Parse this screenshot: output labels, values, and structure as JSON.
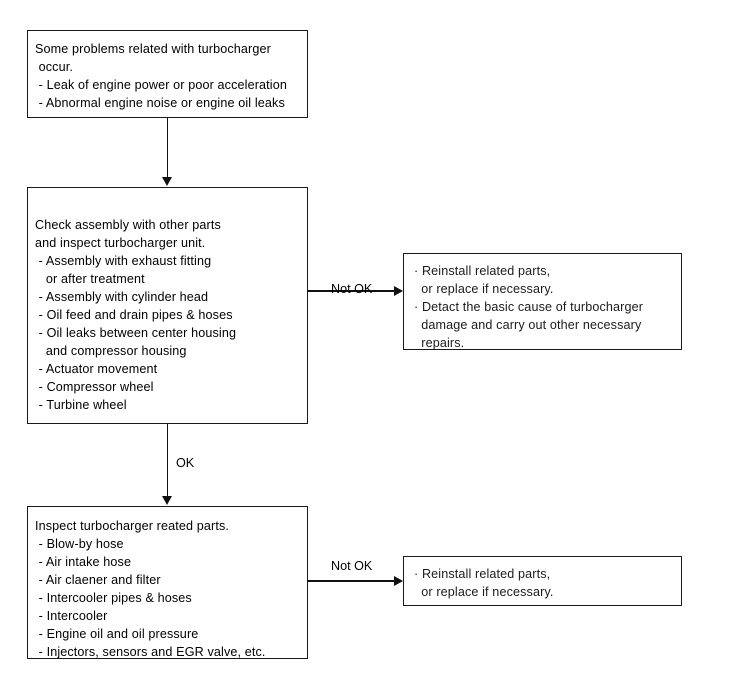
{
  "diagram": {
    "title": "Turbocharger troubleshooting flowchart",
    "ink_color": "#111111",
    "background_color": "#ffffff",
    "nodes": {
      "symptom": {
        "lines": [
          "Some problems related with turbocharger",
          " occur.",
          " - Leak of engine power or poor acceleration",
          " - Abnormal engine noise or engine oil leaks"
        ]
      },
      "check_assembly": {
        "lines": [
          "Check assembly with other parts",
          "and inspect turbocharger unit.",
          " - Assembly with exhaust fitting",
          "   or after treatment",
          " - Assembly with cylinder head",
          " - Oil feed and drain pipes & hoses",
          " - Oil leaks between center housing",
          "   and compressor housing",
          " - Actuator movement",
          " - Compressor wheel",
          " - Turbine wheel"
        ]
      },
      "result_upper": {
        "lines": [
          "· Reinstall related parts,",
          "  or replace if necessary.",
          "· Detact the basic cause of turbocharger",
          "  damage and carry out other necessary",
          "  repairs."
        ]
      },
      "inspect_related": {
        "lines": [
          "Inspect turbocharger reated parts.",
          " - Blow-by hose",
          " - Air intake hose",
          " - Air claener and filter",
          " - Intercooler pipes & hoses",
          " - Intercooler",
          " - Engine oil and oil pressure",
          " - Injectors, sensors and EGR valve, etc."
        ]
      },
      "result_lower": {
        "lines": [
          "· Reinstall related parts,",
          "  or replace if necessary."
        ]
      }
    },
    "edges": {
      "symptom_to_check": {
        "label": ""
      },
      "check_to_result_upper": {
        "label": "Not OK"
      },
      "check_to_inspect": {
        "label": "OK"
      },
      "inspect_to_result_lower": {
        "label": "Not OK"
      }
    }
  }
}
